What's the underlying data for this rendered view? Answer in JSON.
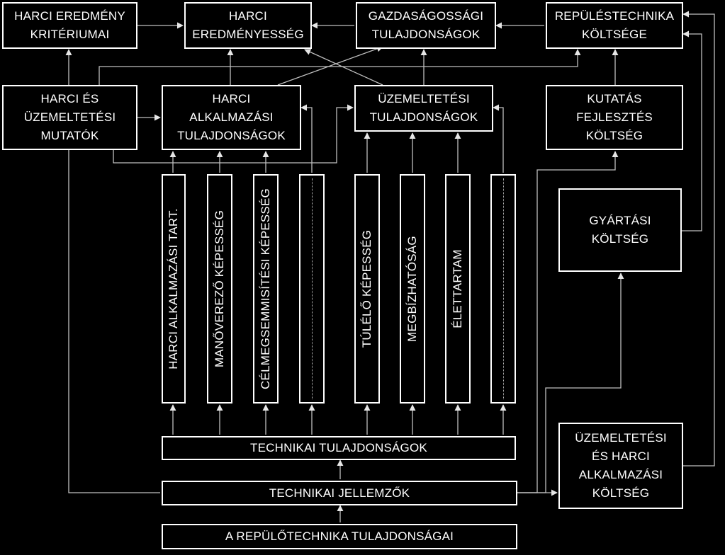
{
  "boxes": {
    "harci_eredmeny_kriteriumai": "HARCI EREDMÉNY\nKRITÉRIUMAI",
    "harci_eredmenyesseg": "HARCI\nEREDMÉNYESSÉG",
    "gazdasagossagi_tulajdonsagok": "GAZDASÁGOSSÁGI\nTULAJDONSÁGOK",
    "repulestechnika_koltsege": "REPÜLÉSTECHNIKA\nKÖLTSÉGE",
    "harci_es_uzemeltetesi_mutatok": "HARCI ÉS\nÜZEMELTETÉSI\nMUTATÓK",
    "harci_alkalmazasi_tulajdonsagok": "HARCI\nALKALMAZÁSI\nTULAJDONSÁGOK",
    "uzemeltetesi_tulajdonsagok": "ÜZEMELTETÉSI\nTULAJDONSÁGOK",
    "kutatas_fejlesztes_koltseg": "KUTATÁS\nFEJLESZTÉS\nKÖLTSÉG",
    "gyartasi_koltseg": "GYÁRTÁSI\nKÖLTSÉG",
    "uzemeltetesi_es_harci_alkalmazasi_koltseg": "ÜZEMELTETÉSI\nÉS HARCI\nALKALMAZÁSI\nKÖLTSÉG",
    "technikai_tulajdonsagok": "TECHNIKAI TULAJDONSÁGOK",
    "technikai_jellemzok": "TECHNIKAI JELLEMZŐK",
    "a_repulotechnika_tulajdonsagai": "A REPÜLŐTECHNIKA TULAJDONSÁGAI"
  },
  "vertical_boxes": {
    "harci_alkalmazasi_tart": "HARCI ALKALMAZÁSI TART.",
    "manoverezo_kepesseg": "MANŐVEREZŐ KÉPESSÉG",
    "celmegsemmisitesi_kepesseg": "CÉLMEGSEMMISÍTÉSI KÉPESSÉG",
    "tulelo_kepesseg": "TÚLÉLŐ KÉPESSÉG",
    "megbizhatosag": "MEGBÍZHATÓSÁG",
    "elettartam": "ÉLETTARTAM"
  },
  "colors": {
    "background": "#000000",
    "foreground": "#ffffff",
    "connector": "#bfbfbf"
  }
}
